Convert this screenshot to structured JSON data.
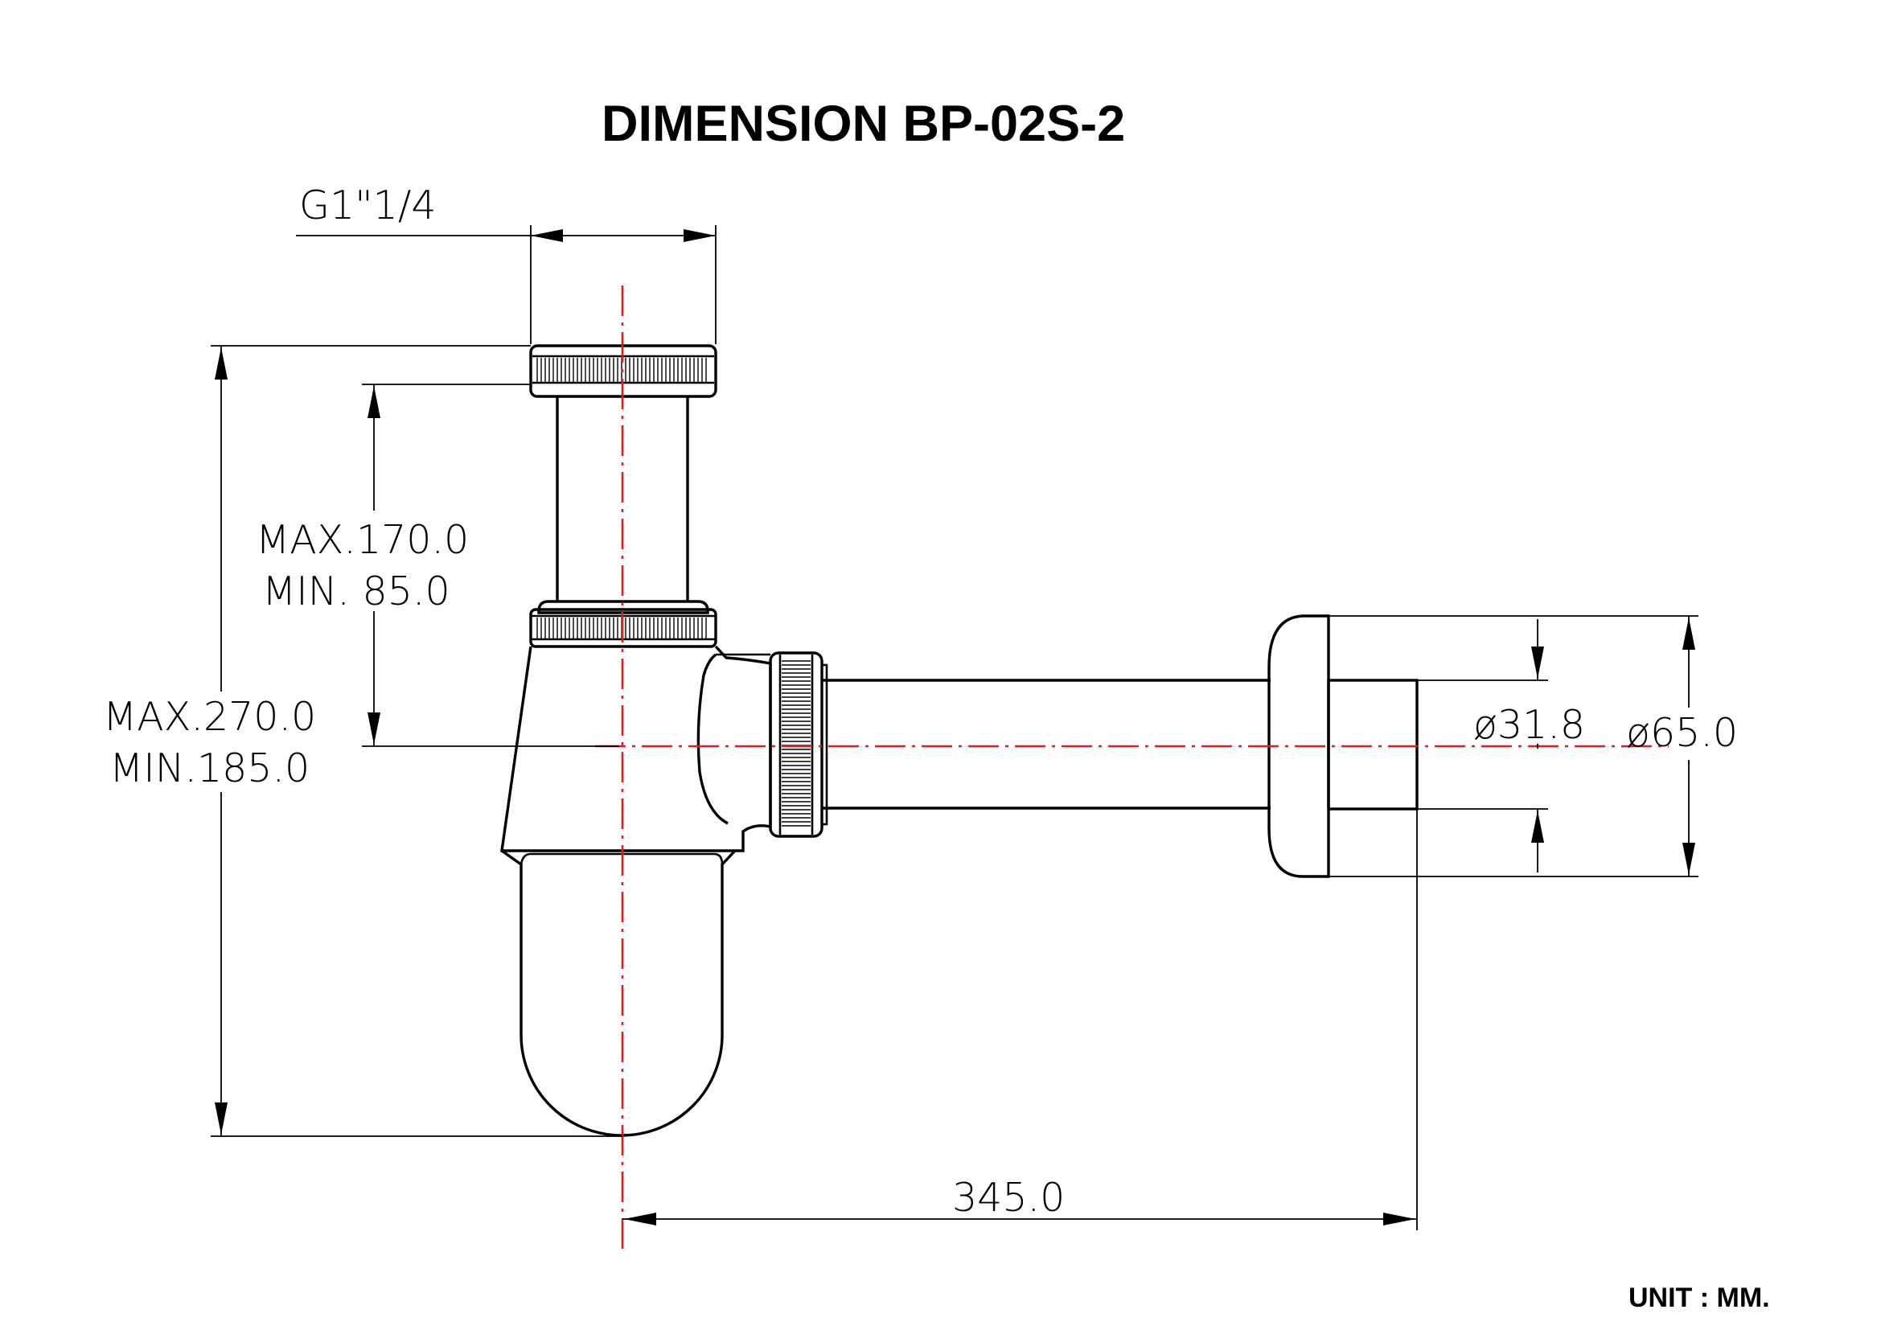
{
  "title": "DIMENSION  BP-02S-2",
  "unit_label": "UNIT : MM.",
  "dimensions": {
    "thread": "G1\"1/4",
    "tube_length_max": "MAX.170.0",
    "tube_length_min": "MIN.  85.0",
    "total_height_max": "MAX.270.0",
    "total_height_min": "MIN.185.0",
    "outlet_diameter": "ø31.8",
    "flange_diameter": "ø65.0",
    "horizontal_length": "345.0"
  },
  "colors": {
    "line": "#000000",
    "centerline": "#e31c1c"
  }
}
